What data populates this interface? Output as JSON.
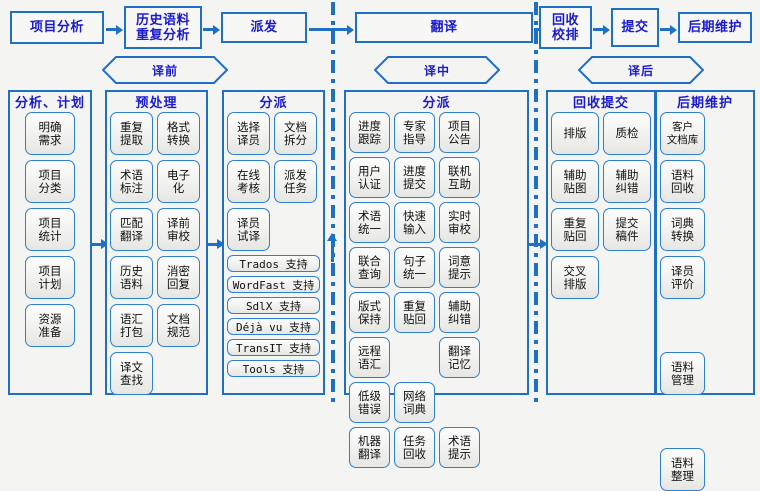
{
  "meta": {
    "accent_blue": "#1f6fc4",
    "text_blue": "#1a1ad0",
    "background": "#f4f4f2"
  },
  "top_flow": {
    "steps": [
      {
        "label": "项目分析"
      },
      {
        "label": "历史语料\n重复分析"
      },
      {
        "label": "派发"
      },
      {
        "label": "翻译"
      },
      {
        "label": "回收\n校排"
      },
      {
        "label": "提交"
      },
      {
        "label": "后期维护"
      }
    ]
  },
  "phase_labels": [
    {
      "label": "译前"
    },
    {
      "label": "译中"
    },
    {
      "label": "译后"
    }
  ],
  "stages": [
    {
      "id": "analysis-plan",
      "title": "分析、计划",
      "items": [
        "明确\n需求",
        "项目\n分类",
        "项目\n统计",
        "项目\n计划",
        "资源\n准备"
      ]
    },
    {
      "id": "preprocess",
      "title": "预处理",
      "items": [
        "重复\n提取",
        "格式\n转换",
        "术语\n标注",
        "电子\n化",
        "匹配\n翻译",
        "译前\n审校",
        "历史\n语料",
        "消密\n回复",
        "语汇\n打包",
        "文档\n规范",
        "译文\n查找"
      ]
    },
    {
      "id": "assign",
      "title": "分派",
      "items": [
        "选择\n译员",
        "文档\n拆分",
        "在线\n考核",
        "派发\n任务",
        "译员\n试译"
      ],
      "software": [
        "Trados 支持",
        "WordFast 支持",
        "SdlX 支持",
        "Déjà vu 支持",
        "TransIT 支持",
        "Tools 支持"
      ]
    },
    {
      "id": "translate",
      "title": "分派",
      "items": [
        "进度\n跟踪",
        "专家\n指导",
        "项目\n公告",
        "用户\n认证",
        "进度\n提交",
        "联机\n互助",
        "术语\n统一",
        "快速\n输入",
        "实时\n审校",
        "联合\n查询",
        "句子\n统一",
        "词意\n提示",
        "版式\n保持",
        "重复\n贴回",
        "辅助\n纠错",
        "远程\n语汇",
        "",
        "翻译\n记忆",
        "低级\n错误",
        "网络\n词典",
        "",
        "机器\n翻译",
        "任务\n回收",
        "术语\n提示"
      ]
    },
    {
      "id": "collect-submit",
      "title": "回收提交",
      "items": [
        "排版",
        "质检",
        "辅助\n贴图",
        "辅助\n纠错",
        "重复\n贴回",
        "提交\n稿件",
        "交叉\n排版"
      ]
    },
    {
      "id": "maintenance",
      "title": "后期维护",
      "items": [
        "客户\n文档库",
        "语料\n回收",
        "词典\n转换",
        "译员\n评价",
        "",
        "语料\n管理",
        "",
        "语料\n整理"
      ]
    }
  ]
}
